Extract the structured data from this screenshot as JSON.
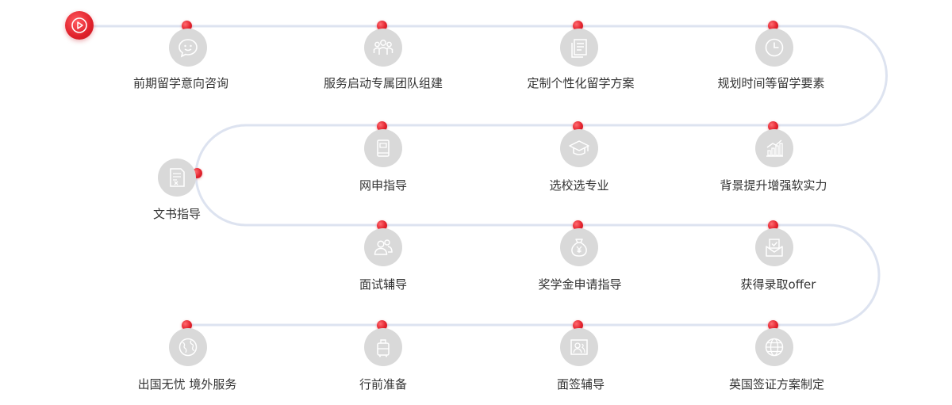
{
  "colors": {
    "accent": "#e3222d",
    "path": "#dde3f0",
    "icon_bg": "#d9d9d9",
    "text": "#333333"
  },
  "start": {
    "icon": "play-icon"
  },
  "steps": [
    {
      "label": "前期留学意向咨询",
      "icon": "chat-smile-icon"
    },
    {
      "label": "服务启动专属团队组建",
      "icon": "team-icon"
    },
    {
      "label": "定制个性化留学方案",
      "icon": "document-stack-icon"
    },
    {
      "label": "规划时间等留学要素",
      "icon": "clock-icon"
    },
    {
      "label": "背景提升增强软实力",
      "icon": "growth-chart-icon"
    },
    {
      "label": "选校选专业",
      "icon": "graduation-cap-icon"
    },
    {
      "label": "网申指导",
      "icon": "book-icon"
    },
    {
      "label": "文书指导",
      "icon": "document-edit-icon"
    },
    {
      "label": "面试辅导",
      "icon": "people-icon"
    },
    {
      "label": "奖学金申请指导",
      "icon": "money-bag-icon"
    },
    {
      "label": "获得录取offer",
      "icon": "offer-envelope-icon"
    },
    {
      "label": "英国签证方案制定",
      "icon": "globe-icon"
    },
    {
      "label": "面签辅导",
      "icon": "portrait-icon"
    },
    {
      "label": "行前准备",
      "icon": "luggage-icon"
    },
    {
      "label": "出国无忧 境外服务",
      "icon": "world-icon"
    }
  ]
}
